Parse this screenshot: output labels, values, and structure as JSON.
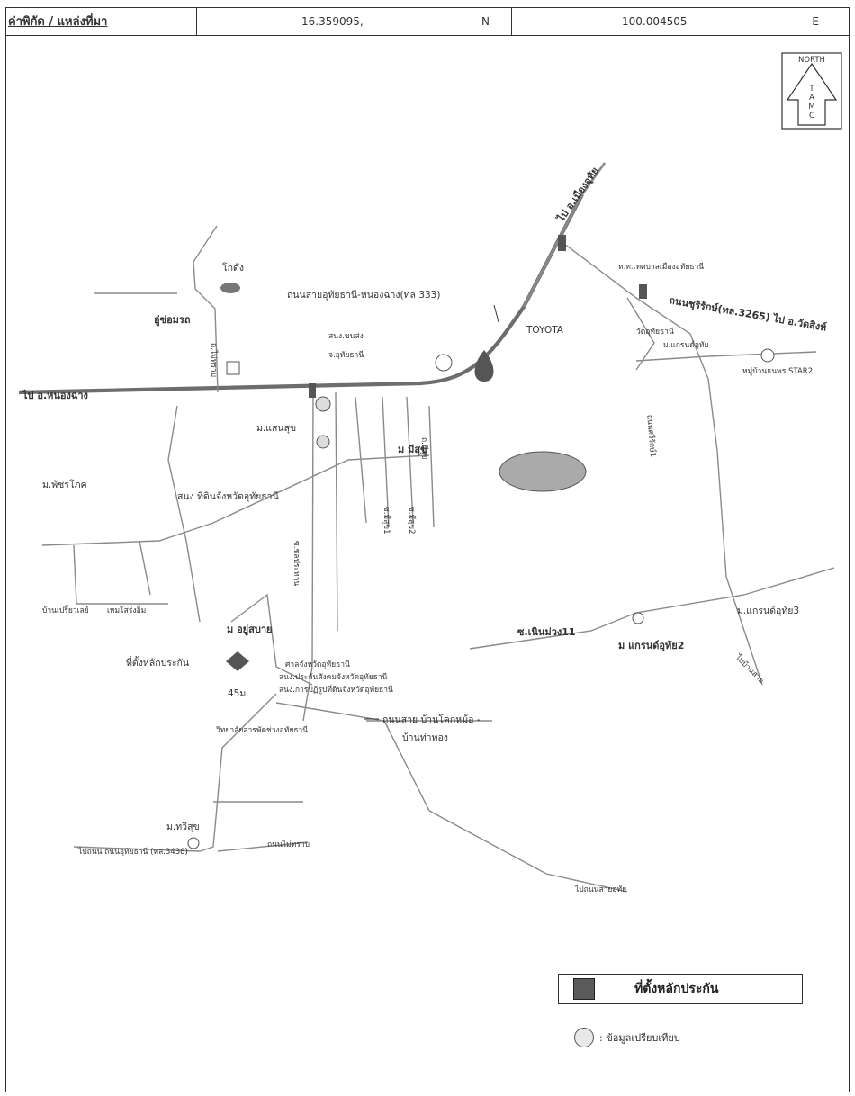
{
  "header": {
    "label": "ค่าพิกัด / แหล่งที่มา",
    "latitude": "16.359095,",
    "lat_dir": "N",
    "longitude": "100.004505",
    "lon_dir": "E"
  },
  "compass": {
    "lines": [
      "NORTH",
      "T",
      "A",
      "M",
      "C"
    ]
  },
  "labels": {
    "kokdang": "โกดัง",
    "u_som": "อู่ซ่อมรถ",
    "soi_road": "ถ.ไม่ทราบ",
    "road333": "ถนนสายอุทัยธานี-หนองฉาง(ทล 333)",
    "toyota": "TOYOTA",
    "to_nongchang": "ไป อ.หนองฉาง",
    "police_top": "สนง.ขนส่ง",
    "police_bottom": "จ.อุทัยธานี",
    "m_saensuk": "ม.แสนสุข",
    "m_meesuk": "ม มีสุข",
    "office_name": "สนง ที่ดินจังหวัดอุทัยธานี",
    "m_pattana": "ม.พัชรโภค",
    "muangnoi": "บ้านเปรี้ยวเลย์",
    "hemsuk": "เหมโสร่งอิ่ม",
    "m_yusabai": "ม อยู่สบาย",
    "collateral_site": "ที่ตั้งหลักประกัน",
    "dist45": "45ม.",
    "court1": "ศาลจังหวัดอุทัยธานี",
    "court2": "สนง.ประกันสังคมจังหวัดอุทัยธานี",
    "court3": "สนง.การปฏิรูปที่ดินจังหวัดอุทัยธานี",
    "college": "วิทยาลัยสารพัดช่างอุทัยธานี",
    "road_kok": "ถนนสาย บ้านโคกหม้อ -",
    "road_kok2": "บ้านท่าทอง",
    "soi_noen": "ซ.เนินม่วง11",
    "m_grand2": "ม แกรนด์อุทัย2",
    "m_grand3": "ม.แกรนด์อุทัย3",
    "m_grand1": "ม.แกรนด์อุทัย",
    "road32051": "ถนนชุริรักษ์(ทล.3265) ไป อ.วัดสิงห์",
    "tesaban": "ท.ท.เทศบาลเมืองอุทัยธานี",
    "school": "วัดอุทัยธานี",
    "village_star": "หมู่บ้านธนพร STAR2",
    "road_ak": "ถนนศรีรักษ์1",
    "to_city": "ไป อ.เมืองอุทัย",
    "m_taweesuk": "ม.ทวีสุข",
    "bottom_road": "ไปถนน ถนนอุทัยธานี (ทล.3438)",
    "bottom_road2": "ถนนไม่ทราบ",
    "to_right_bottom": "ไปถนนสายอุทัย",
    "road_meesuk": "ถ.มีสุข",
    "road_meesuk2": "ซ.มีสุข1",
    "road_meesuk3": "ซ.มีสุข2",
    "road_kobbin": "ถนนไม่ทราบ",
    "road_ring": "ไปบ้านสาย",
    "soi_vertical": "ซ.ชลประทาน"
  },
  "legend": {
    "collateral_label": "ที่ตั้งหลักประกัน",
    "compare_label": ": ข้อมูลเปรียบเทียบ"
  }
}
